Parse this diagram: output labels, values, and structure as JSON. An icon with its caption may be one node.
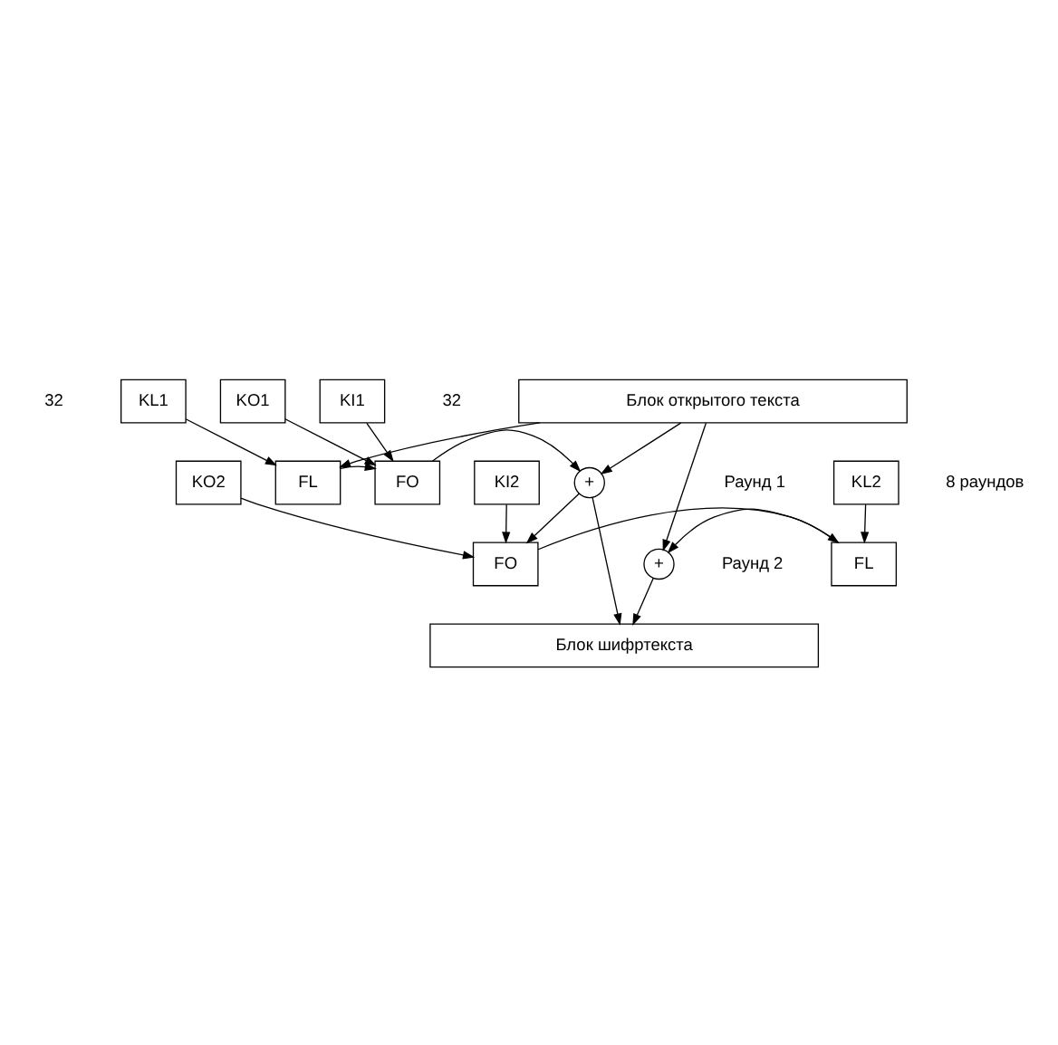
{
  "diagram": {
    "nodes": [
      {
        "text": [
          "Блок открытого текста"
        ]
      },
      {
        "text": [
          "KL1"
        ]
      },
      {
        "text": [
          "KO1"
        ]
      },
      {
        "text": [
          "KI1"
        ]
      },
      {
        "text": [
          "FL"
        ]
      },
      {
        "text": [
          "FO"
        ]
      },
      {
        "text": [
          "+"
        ]
      },
      {
        "text": [
          "KO2"
        ]
      },
      {
        "text": [
          "KI2"
        ]
      },
      {
        "text": [
          "KL2"
        ]
      },
      {
        "text": [
          "FO"
        ]
      },
      {
        "text": [
          "FL"
        ]
      },
      {
        "text": [
          "+"
        ]
      },
      {
        "text": [
          "Блок шифртекста"
        ]
      }
    ],
    "edges": [
      {
        "from": 0,
        "to": 4,
        "arrow": "to"
      },
      {
        "from": 0,
        "to": 6,
        "arrow": "to"
      },
      {
        "from": 1,
        "to": 4,
        "arrow": "to"
      },
      {
        "from": 2,
        "to": 5,
        "arrow": "to"
      },
      {
        "from": 3,
        "to": 5,
        "arrow": "to"
      },
      {
        "from": 4,
        "to": 5,
        "arrow": "to"
      },
      {
        "from": 5,
        "to": 6,
        "arrow": "to"
      },
      {
        "from": 0,
        "to": 12,
        "arrow": "to"
      },
      {
        "from": 6,
        "to": 10,
        "arrow": "to"
      },
      {
        "from": 7,
        "to": 10,
        "arrow": "to"
      },
      {
        "from": 8,
        "to": 10,
        "arrow": "to"
      },
      {
        "from": 9,
        "to": 11,
        "arrow": "to"
      },
      {
        "from": 10,
        "to": 11,
        "arrow": "to"
      },
      {
        "from": 11,
        "to": 12,
        "arrow": "to"
      },
      {
        "from": 6,
        "to": 13,
        "arrow": "to"
      },
      {
        "from": 12,
        "to": 13,
        "arrow": "to"
      }
    ],
    "labels": [
      "32",
      "32",
      "Раунд 1",
      "8 раундов",
      "Раунд 2"
    ]
  }
}
